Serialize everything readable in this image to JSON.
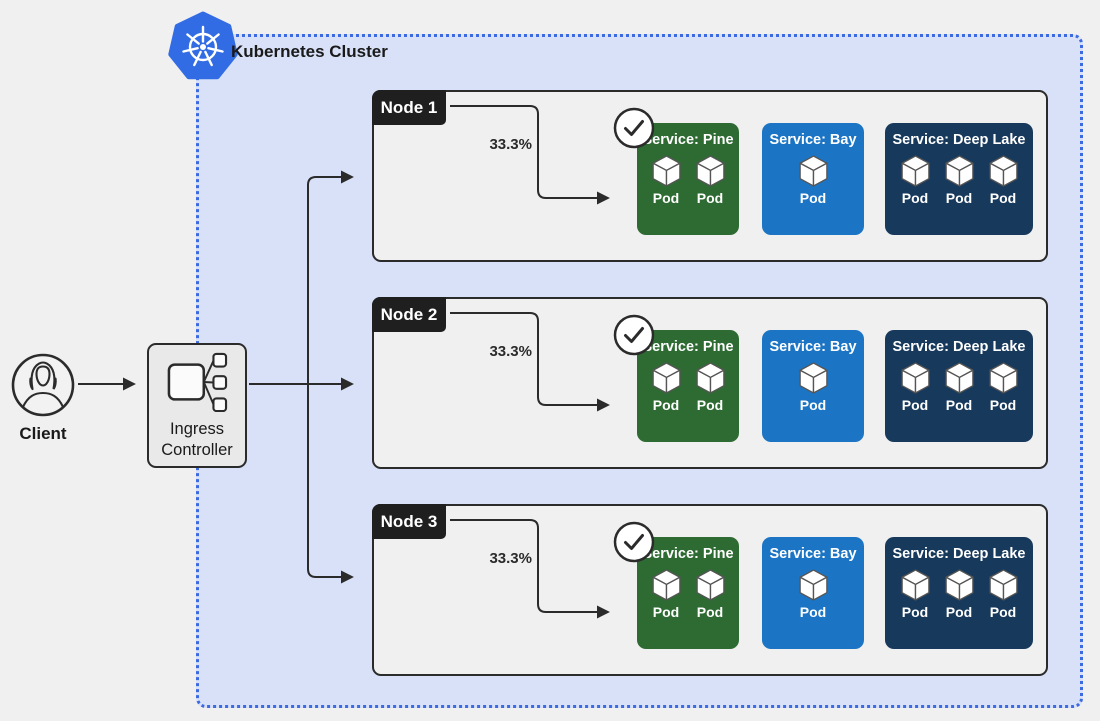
{
  "cluster": {
    "title": "Kubernetes Cluster"
  },
  "client": {
    "label": "Client"
  },
  "ingress": {
    "label_line1": "Ingress",
    "label_line2": "Controller"
  },
  "traffic_split": "33.3%",
  "nodes": [
    {
      "name": "Node 1",
      "traffic": "33.3%",
      "checked": true,
      "services": [
        {
          "name": "Service: Pine",
          "color_key": "service_green",
          "pods": [
            "Pod",
            "Pod"
          ]
        },
        {
          "name": "Service: Bay",
          "color_key": "service_blue",
          "pods": [
            "Pod"
          ]
        },
        {
          "name": "Service: Deep Lake",
          "color_key": "service_navy",
          "pods": [
            "Pod",
            "Pod",
            "Pod"
          ]
        }
      ]
    },
    {
      "name": "Node 2",
      "traffic": "33.3%",
      "checked": true,
      "services": [
        {
          "name": "Service: Pine",
          "color_key": "service_green",
          "pods": [
            "Pod",
            "Pod"
          ]
        },
        {
          "name": "Service: Bay",
          "color_key": "service_blue",
          "pods": [
            "Pod"
          ]
        },
        {
          "name": "Service: Deep Lake",
          "color_key": "service_navy",
          "pods": [
            "Pod",
            "Pod",
            "Pod"
          ]
        }
      ]
    },
    {
      "name": "Node 3",
      "traffic": "33.3%",
      "checked": true,
      "services": [
        {
          "name": "Service: Pine",
          "color_key": "service_green",
          "pods": [
            "Pod",
            "Pod"
          ]
        },
        {
          "name": "Service: Bay",
          "color_key": "service_blue",
          "pods": [
            "Pod"
          ]
        },
        {
          "name": "Service: Deep Lake",
          "color_key": "service_navy",
          "pods": [
            "Pod",
            "Pod",
            "Pod"
          ]
        }
      ]
    }
  ],
  "colors": {
    "page_bg": "#f0f0f0",
    "cluster_bg": "#d8e1f8",
    "cluster_border": "#3c6ae0",
    "k8s_blue": "#326CE5",
    "node_bg": "#f0f0f0",
    "node_border": "#2b2b2b",
    "node_tab_bg": "#1f1f1f",
    "line": "#2b2b2b",
    "service_green": "#2e6b32",
    "service_blue": "#1c75c4",
    "service_navy": "#17395c"
  },
  "icons": {
    "kubernetes-logo-icon": "blue heptagon with white helm wheel",
    "client-avatar-icon": "person outline in circle",
    "ingress-fanout-icon": "square fanning out to three small squares",
    "check-circle-icon": "checkmark in circle",
    "pod-cube-icon": "white isometric cube"
  }
}
